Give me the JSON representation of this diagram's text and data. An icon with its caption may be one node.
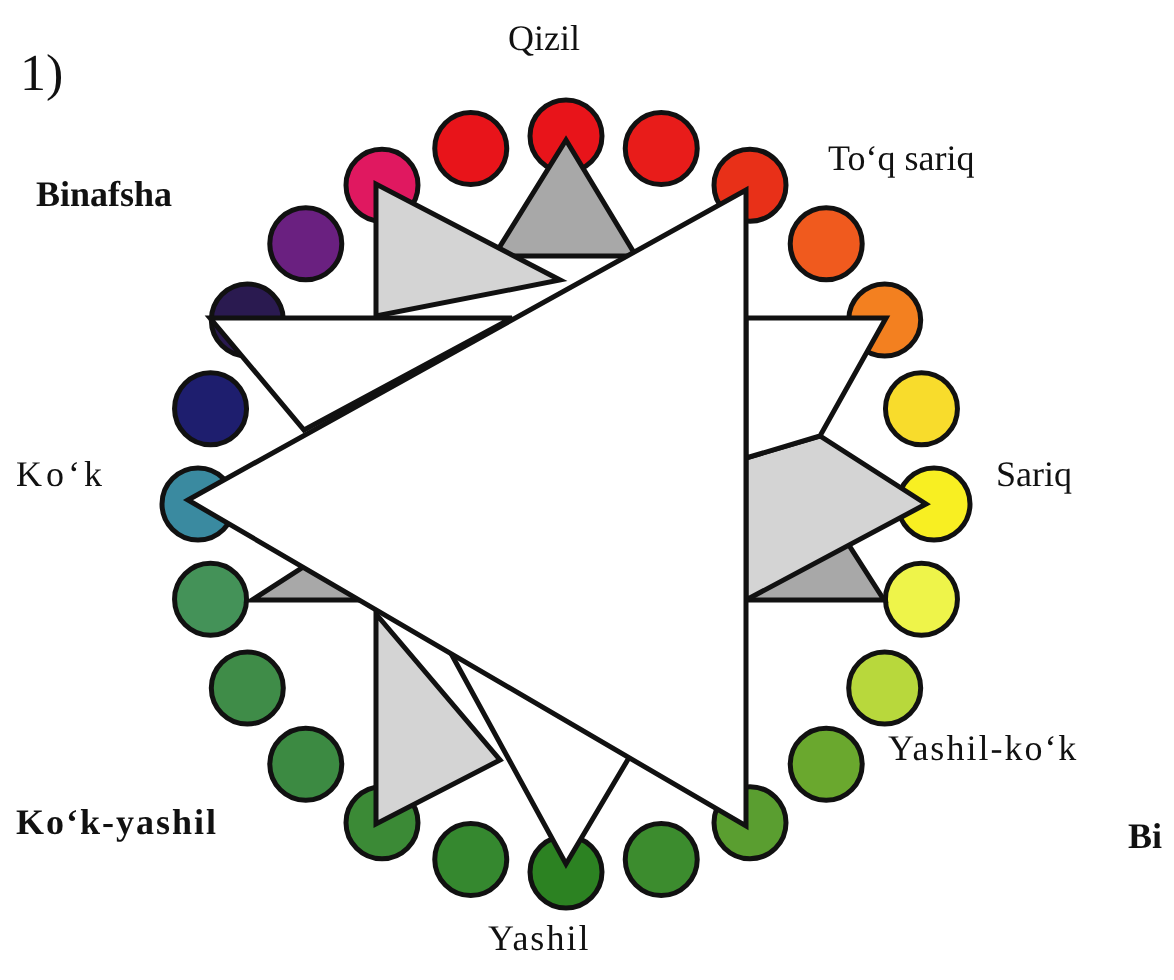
{
  "diagram": {
    "labels": [
      "1)",
      "Qizil",
      "Binafsha",
      "To‘q sariq",
      "Ko‘k",
      "Sariq",
      "Yashil-ko‘k",
      "Ko‘k-yashil",
      "Bi",
      "Yashil"
    ]
  }
}
